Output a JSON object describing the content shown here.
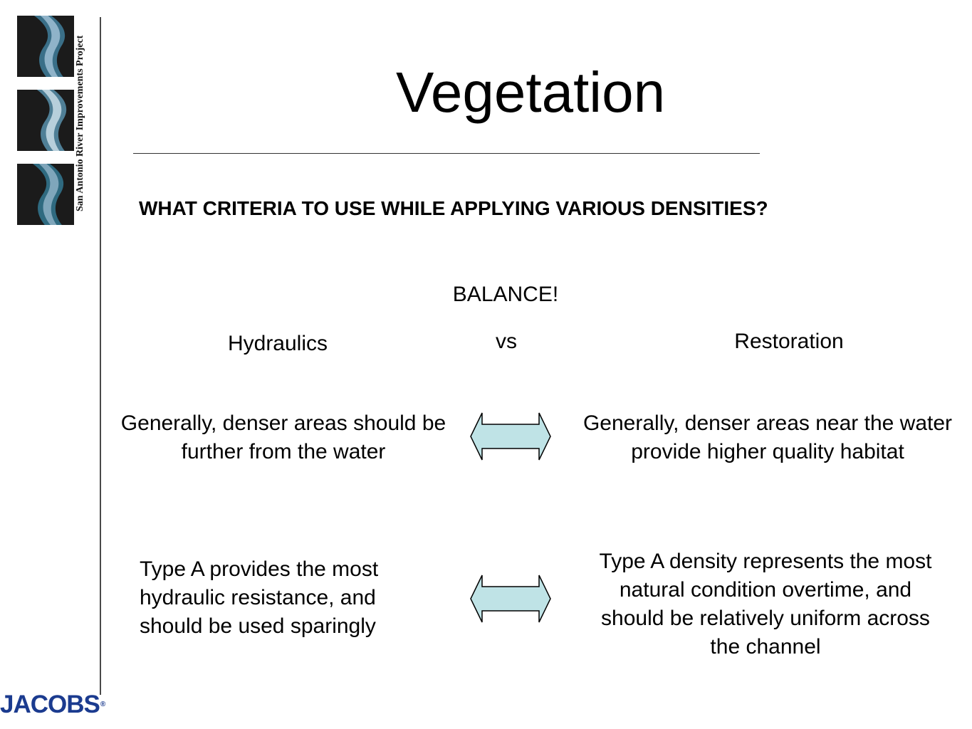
{
  "project_label": "San Antonio River Improvements Project",
  "logo": {
    "tiles": 3,
    "tile_color": "#1b1b1b",
    "wave_color": "#8fb3c9"
  },
  "title": "Vegetation",
  "question": "WHAT CRITERIA TO USE WHILE APPLYING VARIOUS DENSITIES?",
  "balance_label": "BALANCE!",
  "columns": {
    "left_heading": "Hydraulics",
    "middle_label": "vs",
    "right_heading": "Restoration"
  },
  "comparisons": [
    {
      "left": "Generally, denser areas should be further from the water",
      "right": "Generally, denser areas near the water provide higher quality habitat",
      "connector_icon": "double-arrow-icon"
    },
    {
      "left": "Type A provides the most hydraulic resistance, and should be used sparingly",
      "right": "Type A density represents the most natural condition overtime, and should be relatively uniform across the channel",
      "connector_icon": "double-arrow-icon"
    }
  ],
  "arrow_fill": "#bfe3e6",
  "brand": {
    "name": "JACOBS",
    "mark": "®",
    "color": "#1b3b8f"
  }
}
